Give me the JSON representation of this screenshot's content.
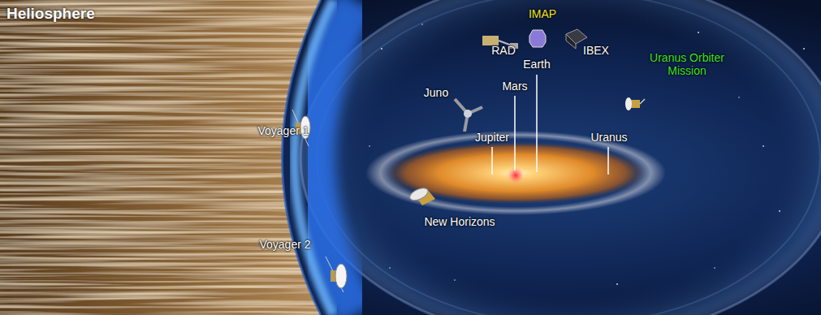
{
  "diagram": {
    "title": "Heliosphere",
    "labels": [
      "IMAP",
      "RAD",
      "Earth",
      "IBEX",
      "Juno",
      "Mars",
      "Jupiter",
      "Uranus",
      "Uranus Orbiter Mission",
      "Voyager 1",
      "New Horizons",
      "Voyager 2"
    ]
  }
}
